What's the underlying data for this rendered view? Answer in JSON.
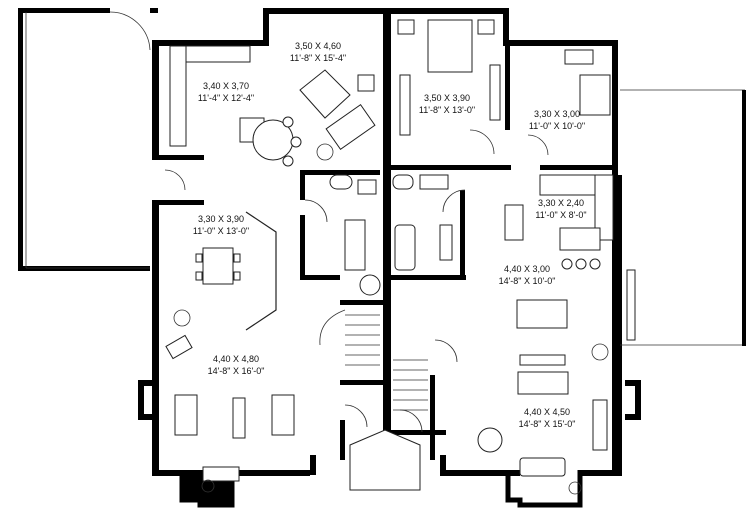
{
  "rooms": [
    {
      "id": "living-upper-left",
      "metric": "3,50 X 4,60",
      "imperial": "11'-8\" X 15'-4\""
    },
    {
      "id": "kitchen-left",
      "metric": "3,40 X 3,70",
      "imperial": "11'-4\" X 12'-4\""
    },
    {
      "id": "bedroom-1",
      "metric": "3,50 X 3,90",
      "imperial": "11'-8\" X 13'-0\""
    },
    {
      "id": "bedroom-2",
      "metric": "3,30 X 3,00",
      "imperial": "11'-0\" X 10'-0\""
    },
    {
      "id": "dining-left",
      "metric": "3,30 X 3,90",
      "imperial": "11'-0\" X 13'-0\""
    },
    {
      "id": "kitchen-right",
      "metric": "3,30 X 2,40",
      "imperial": "11'-0\" X 8'-0\""
    },
    {
      "id": "dining-right",
      "metric": "4,40 X 3,00",
      "imperial": "14'-8\" X 10'-0\""
    },
    {
      "id": "living-lower-left",
      "metric": "4,40 X 4,80",
      "imperial": "14'-8\" X 16'-0\""
    },
    {
      "id": "living-lower-right",
      "metric": "4,40 X 4,50",
      "imperial": "14'-8\" X 15'-0\""
    }
  ]
}
